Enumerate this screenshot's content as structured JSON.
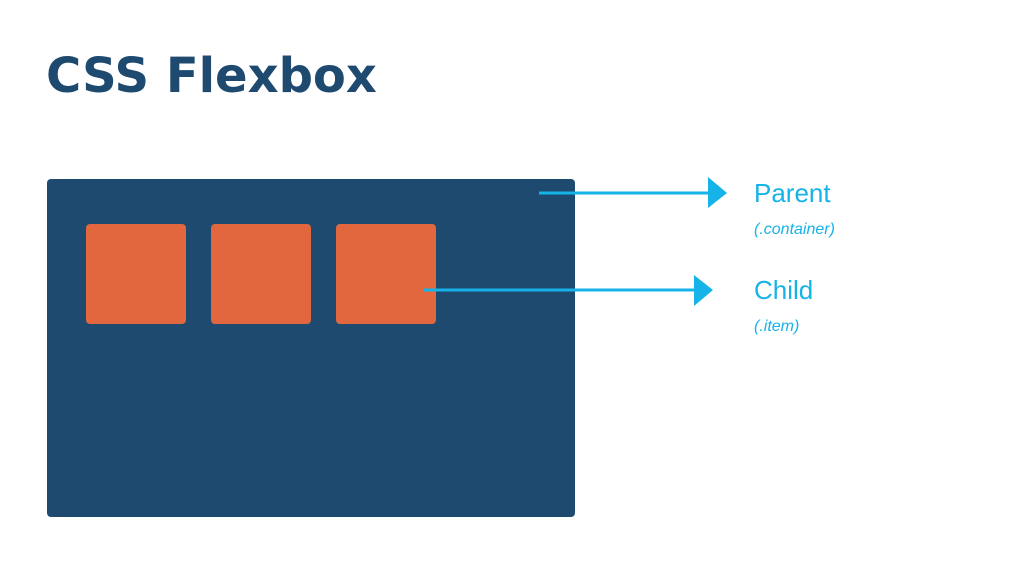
{
  "title": "CSS Flexbox",
  "colors": {
    "title": "#1f4a70",
    "container": "#1f4a70",
    "item": "#e2673e",
    "accent": "#16b3e8"
  },
  "diagram": {
    "container": {
      "label": "Parent",
      "selector": "(.container)"
    },
    "items_count": 3,
    "child": {
      "label": "Child",
      "selector": "(.item)"
    }
  }
}
